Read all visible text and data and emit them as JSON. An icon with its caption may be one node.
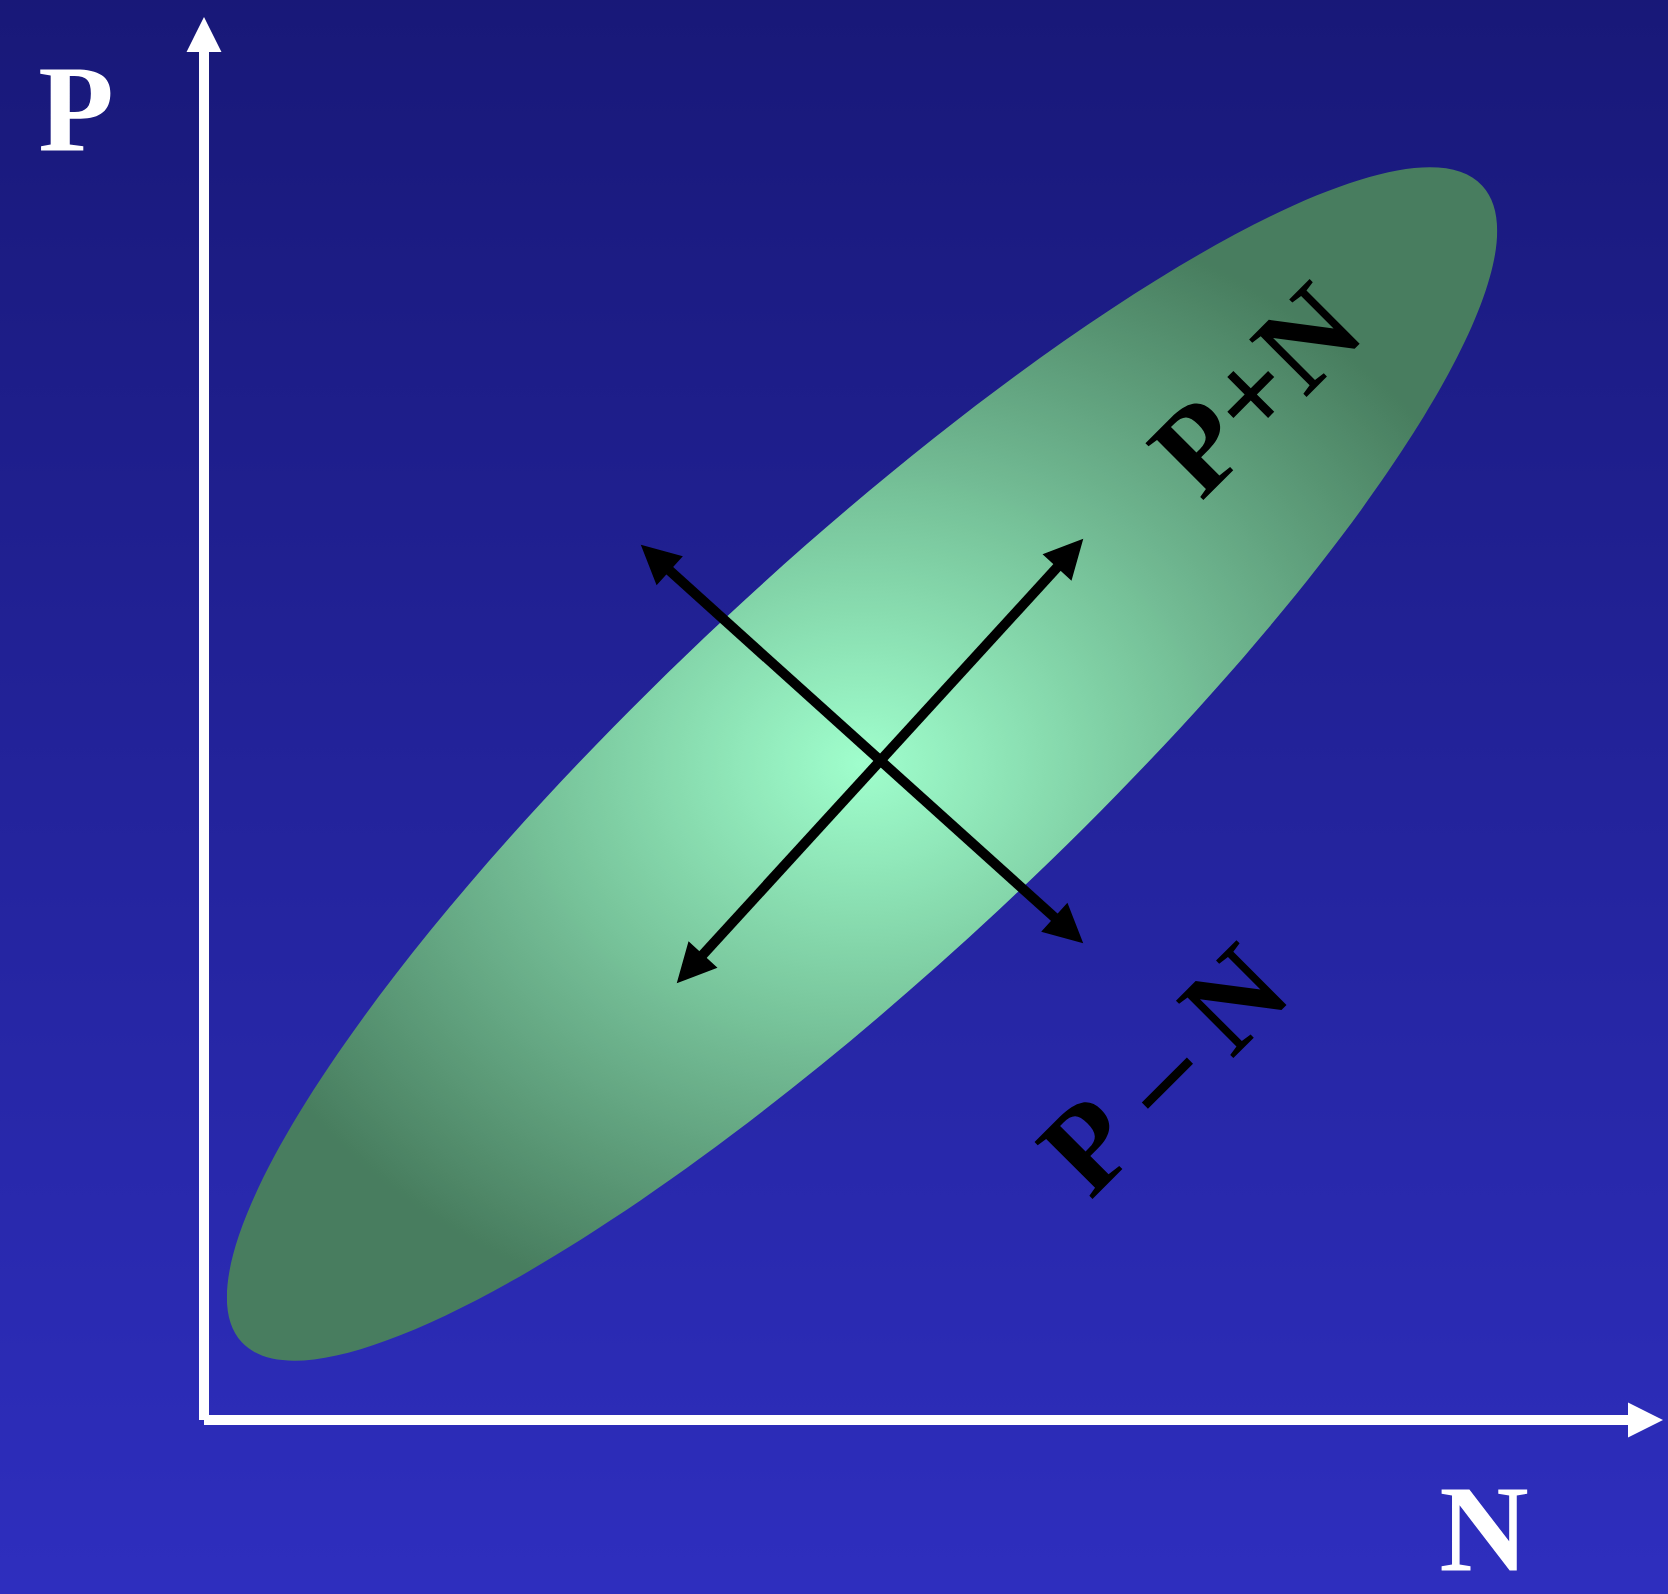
{
  "diagram": {
    "labels": [
      "P",
      "N",
      "P+N",
      "P – N"
    ]
  }
}
